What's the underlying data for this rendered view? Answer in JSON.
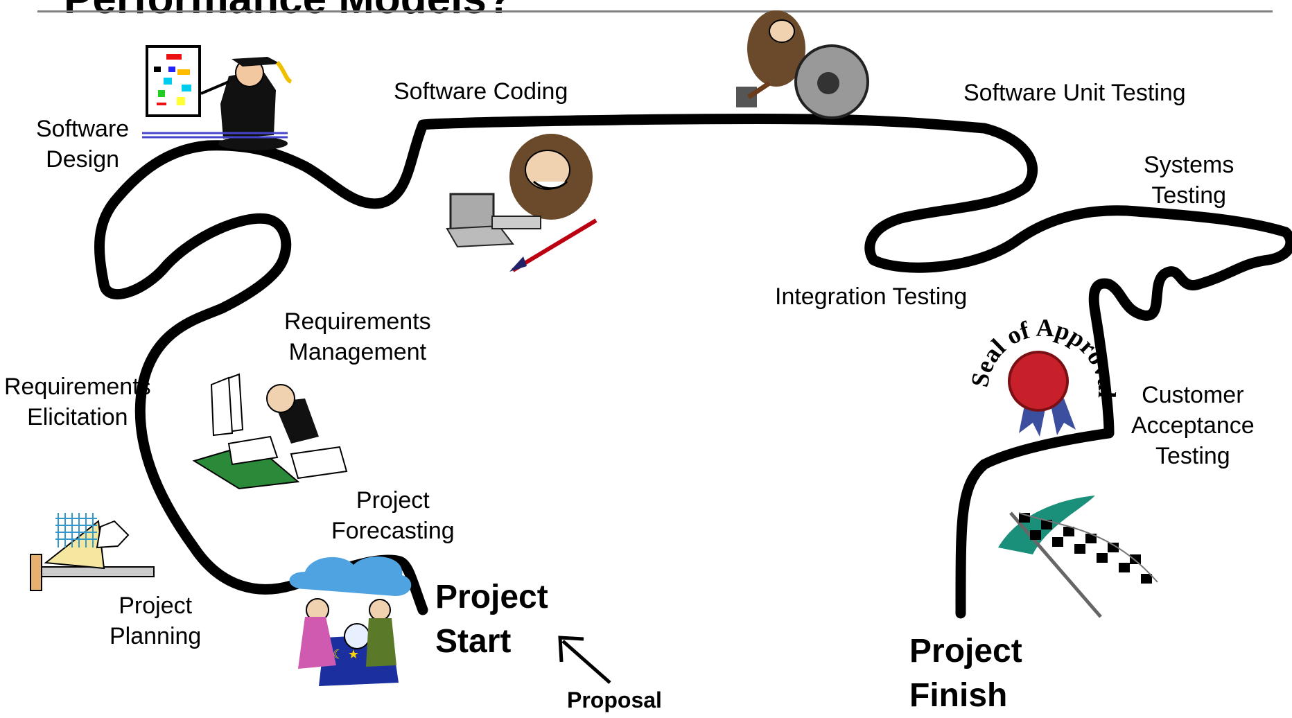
{
  "title": "Performance Models?",
  "stages": {
    "software_design": [
      "Software",
      "Design"
    ],
    "software_coding": "Software Coding",
    "software_unit_testing": "Software Unit Testing",
    "systems_testing": [
      "Systems",
      "Testing"
    ],
    "integration_testing": "Integration Testing",
    "requirements_management": [
      "Requirements",
      "Management"
    ],
    "requirements_elicitation": [
      "Requirements",
      "Elicitation"
    ],
    "project_forecasting": [
      "Project",
      "Forecasting"
    ],
    "project_planning": [
      "Project",
      "Planning"
    ],
    "customer_acceptance_testing": [
      "Customer",
      "Acceptance",
      "Testing"
    ]
  },
  "project_start": [
    "Project",
    "Start"
  ],
  "project_finish": [
    "Project",
    "Finish"
  ],
  "proposal": "Proposal",
  "seal": {
    "text": "Seal of Approval",
    "ribbon_color": "#c8202a",
    "ribbon_tail_color": "#3b4f9e"
  },
  "colors": {
    "road": "#000000",
    "rule": "#808080"
  },
  "icons": [
    "teacher-with-flowchart-icon",
    "caveman-with-stone-wheel-icon",
    "caveman-at-computer-icon",
    "clerk-with-papers-icon",
    "drafting-tools-icon",
    "fortune-teller-icon",
    "checkered-flag-icon",
    "seal-of-approval-icon"
  ]
}
